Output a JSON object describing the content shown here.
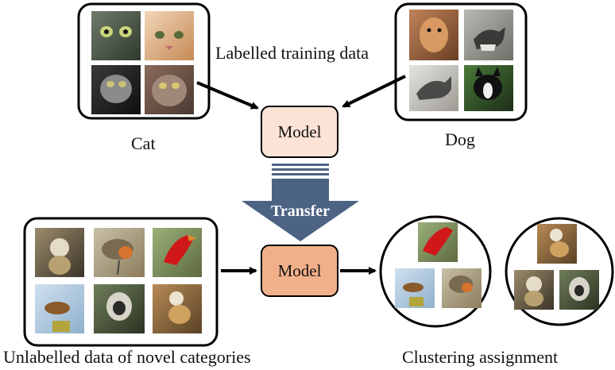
{
  "labels": {
    "labelled_training_data": "Labelled training data",
    "cat": "Cat",
    "dog": "Dog",
    "model_top": "Model",
    "transfer": "Transfer",
    "model_bottom": "Model",
    "unlabelled": "Unlabelled data of novel categories",
    "clustering": "Clustering assignment"
  },
  "images": {
    "cat_group": [
      "tabby cat",
      "orange white cat",
      "black white cat",
      "grey tabby cat"
    ],
    "dog_group": [
      "brown dog",
      "husky dog",
      "husky on snow",
      "boston terrier"
    ],
    "novel_group": [
      "squirrel monkey",
      "robin bird",
      "red cardinal",
      "wren bird",
      "langur monkey",
      "squirrel monkey"
    ],
    "cluster_birds": [
      "red cardinal",
      "wren bird",
      "robin bird"
    ],
    "cluster_monkeys": [
      "squirrel monkey",
      "squirrel monkey",
      "langur monkey"
    ]
  },
  "colors": {
    "model_top_fill": "#fbe3d5",
    "model_bottom_fill": "#f2b08a",
    "transfer_arrow": "#4d6384"
  }
}
